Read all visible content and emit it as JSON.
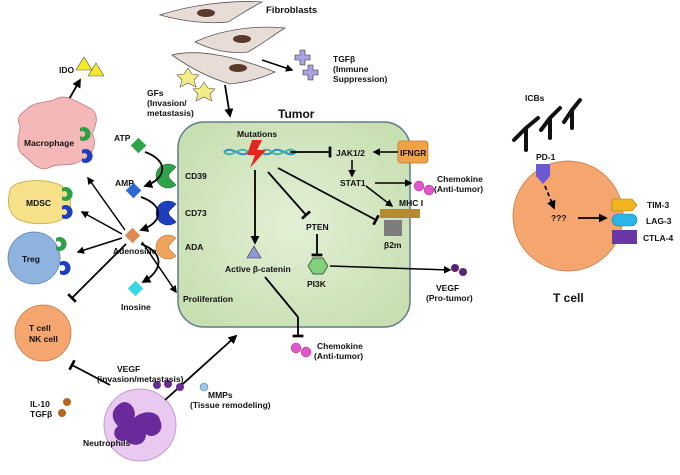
{
  "labels": {
    "fibroblasts": "Fibroblasts",
    "tgfb_line1": "TGFβ",
    "tgfb_line2": "(Immune",
    "tgfb_line3": "Suppression)",
    "gfs_line1": "GFs",
    "gfs_line2": "(Invasion/",
    "gfs_line3": "metastasis)",
    "tumor": "Tumor",
    "ido": "IDO",
    "macrophage": "Macrophage",
    "mdsc": "MDSC",
    "treg": "Treg",
    "tcell_nk_line1": "T cell",
    "tcell_nk_line2": "NK cell",
    "atp": "ATP",
    "amp": "AMP",
    "cd39": "CD39",
    "cd73": "CD73",
    "ada": "ADA",
    "adenosine": "Adenosine",
    "inosine": "Inosine",
    "proliferation": "Proliferation",
    "mutations": "Mutations",
    "jak": "JAK1/2",
    "stat1": "STAT1",
    "ifngr": "IFNGR",
    "chemokine_top_line1": "Chemokine",
    "chemokine_top_line2": "(Anti-tumor)",
    "mhc": "MHC I",
    "b2m": "β2m",
    "pten": "PTEN",
    "pi3k": "PI3K",
    "active_catenin": "Active β-catenin",
    "vegf_pro_line1": "VEGF",
    "vegf_pro_line2": "(Pro-tumor)",
    "chemokine_bottom_line1": "Chemokine",
    "chemokine_bottom_line2": "(Anti-tumor)",
    "vegf_inv_line1": "VEGF",
    "vegf_inv_line2": "(invasion/metastasis)",
    "mmps_line1": "MMPs",
    "mmps_line2": "(Tissue remodeling)",
    "il10": "IL-10",
    "tgfb_neutro": "TGFβ",
    "neutrophils": "Neutrophils",
    "icbs": "ICBs",
    "pd1": "PD-1",
    "unknown": "???",
    "tim3": "TIM-3",
    "lag3": "LAG-3",
    "ctla4": "CTLA-4",
    "tcell": "T cell"
  },
  "colors": {
    "tumor_fill": "#d5e8c4",
    "tumor_stroke": "#5e7d8c",
    "macrophage": "#f5b8b8",
    "mdsc": "#f6e08a",
    "treg": "#8fb3df",
    "tcell_nk": "#f4a66e",
    "tcell_big": "#f4a66e",
    "neutrophil": "#e9c9f0",
    "neutrophil_nucleus": "#6a2a9b",
    "green_receptor": "#2e9e48",
    "blue_receptor": "#1c3fbf",
    "ifngr": "#f2a14b",
    "mhc_bar": "#b68a2e",
    "b2m_box": "#7d7d7d",
    "pten_hex": "#7fd17a",
    "catenin_tri": "#8e9bd6",
    "adenosine_diamond": "#e08a55",
    "inosine_diamond": "#3ad6e6",
    "atp_diamond": "#2ea44a",
    "amp_diamond": "#2e6ad6",
    "chemokine": "#e055d0",
    "vegf_pro": "#5a2270",
    "ido_triangle": "#f5ea2a",
    "tgfb_cross": "#a9a3e4",
    "gf_star": "#f3ec86",
    "tim3": "#f0b51e",
    "lag3": "#2cb4e8",
    "ctla4": "#6a36a6",
    "pd1": "#6a5ad6"
  }
}
